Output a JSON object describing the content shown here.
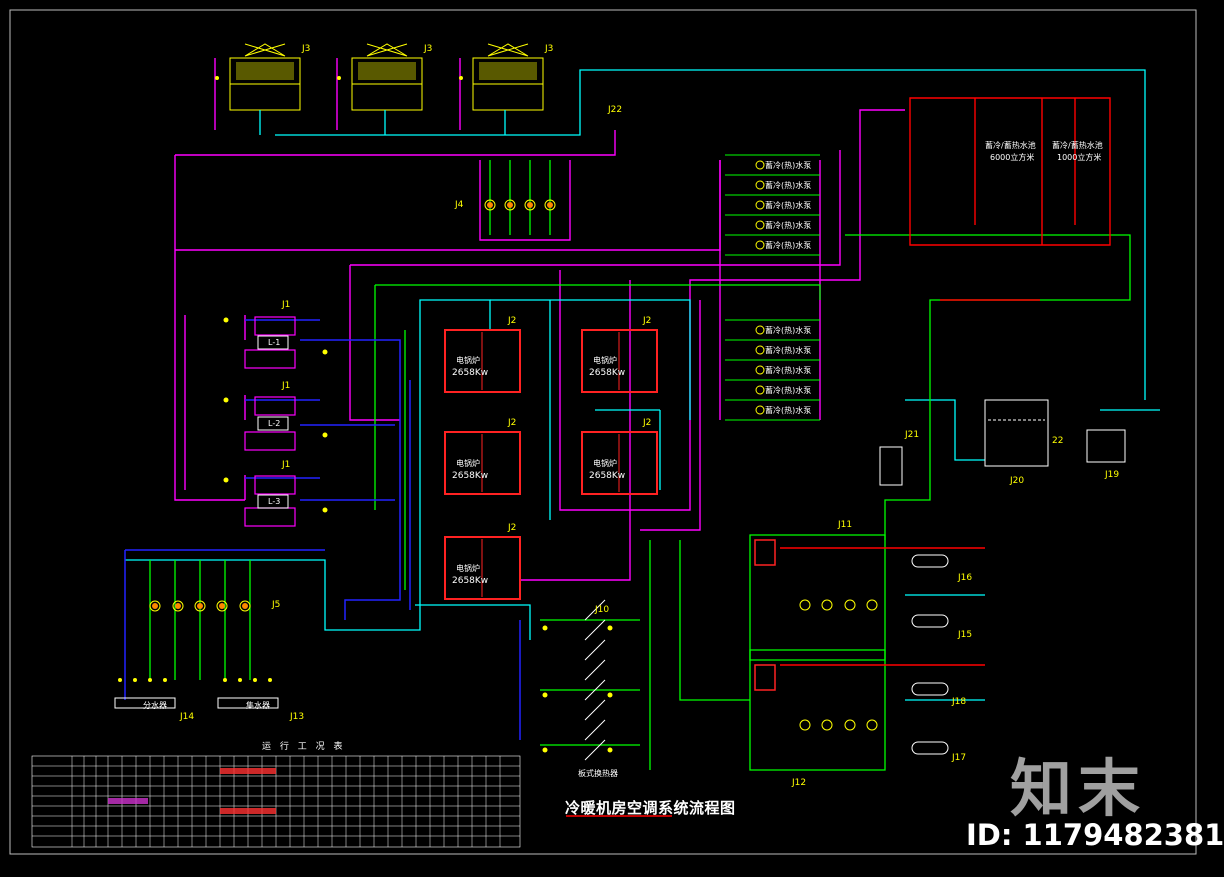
{
  "title": "冷暖机房空调系统流程图",
  "table_title": "运 行 工 况 表",
  "watermark": "知末",
  "id_label": "ID: 1179482381",
  "colors": {
    "background": "#000000",
    "cooling_water": "#ff00ff",
    "chilled_water": "#00ffff",
    "hot_water": "#00ff00",
    "supply_line": "#ffff00",
    "heat_line": "#ff0000",
    "blue_line": "#0000ff"
  },
  "towers": [
    {
      "tag": "J3"
    },
    {
      "tag": "J3"
    },
    {
      "tag": "J3"
    }
  ],
  "chillers": [
    {
      "tag": "J1",
      "name": "L-1"
    },
    {
      "tag": "J1",
      "name": "L-2"
    },
    {
      "tag": "J1",
      "name": "L-3"
    }
  ],
  "boilers": [
    {
      "tag": "J2",
      "name": "电锅炉",
      "capacity": "2658Kw"
    },
    {
      "tag": "J2",
      "name": "电锅炉",
      "capacity": "2658Kw"
    },
    {
      "tag": "J2",
      "name": "电锅炉",
      "capacity": "2658Kw"
    },
    {
      "tag": "J2",
      "name": "电锅炉",
      "capacity": "2658Kw"
    },
    {
      "tag": "J2",
      "name": "电锅炉",
      "capacity": "2658Kw"
    }
  ],
  "storage_tanks": [
    {
      "text1": "蓄冷/蓄热水池",
      "text2": "6000立方米"
    },
    {
      "text1": "蓄冷/蓄热水池",
      "text2": "1000立方米"
    }
  ],
  "tags": {
    "tank_j20": "J20",
    "tank_j22": "22",
    "softener_j19": "J19",
    "filter_j21": "J21",
    "pump_j4": "J4",
    "pump_j5": "J5",
    "pump_j10": "J10",
    "exch_j11": "J11",
    "exch_j12": "J12",
    "collector_j14": "J14",
    "collector_j13": "J13",
    "div_j16": "J16",
    "div_j15": "J15",
    "div_j18": "J18",
    "div_j17": "J17",
    "valve_j22": "J22",
    "pump_group_label": "蓄冷(热)水泵"
  },
  "pump_labels": [
    "蓄冷(热)水泵",
    "蓄冷(热)水泵",
    "蓄冷(热)水泵",
    "蓄冷(热)水泵",
    "蓄冷(热)水泵"
  ],
  "pump_labels_b": [
    "蓄冷(热)水泵",
    "蓄冷(热)水泵",
    "蓄冷(热)水泵",
    "蓄冷(热)水泵",
    "蓄冷(热)水泵"
  ],
  "collector_labels": [
    "分水器",
    "集水器"
  ],
  "stair_label": "板式换热器"
}
